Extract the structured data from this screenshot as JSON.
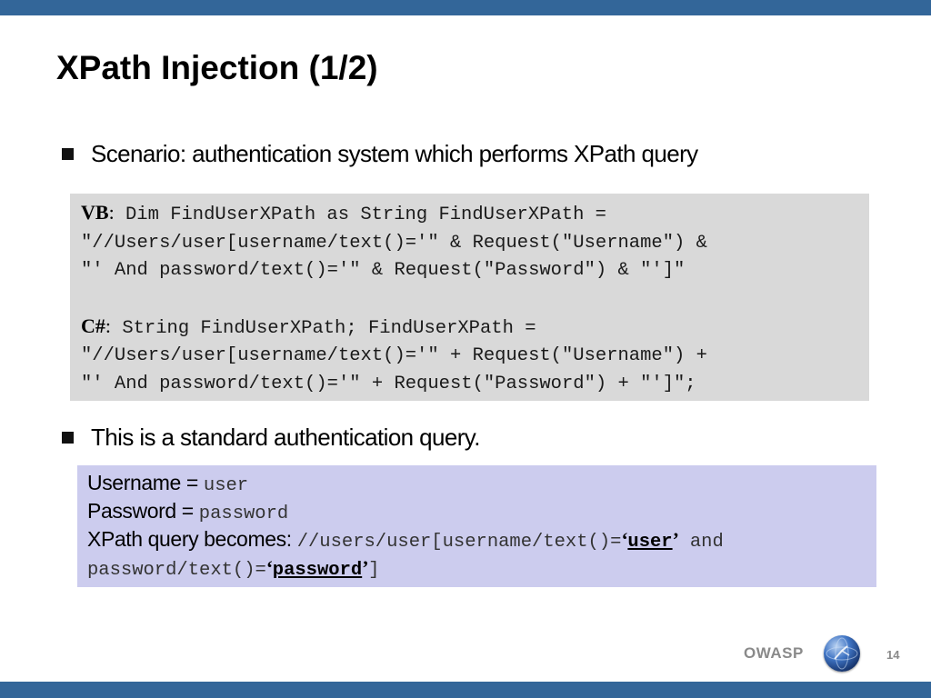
{
  "slide": {
    "title": "XPath Injection (1/2)",
    "page_number": "14"
  },
  "bullets": [
    {
      "text": "Scenario: authentication system which performs XPath query"
    },
    {
      "text": "This is a standard authentication query."
    }
  ],
  "code_block": {
    "vb": {
      "label": "VB",
      "separator": ":",
      "lines": [
        " Dim FindUserXPath as String FindUserXPath =",
        "\"//Users/user[username/text()='\" & Request(\"Username\") &",
        "\"' And password/text()='\" & Request(\"Password\") & \"']\""
      ]
    },
    "csharp": {
      "label": "C#",
      "separator": ":",
      "lines": [
        " String FindUserXPath; FindUserXPath =",
        "\"//Users/user[username/text()='\" + Request(\"Username\") +",
        "\"' And password/text()='\" + Request(\"Password\") + \"']\";"
      ]
    }
  },
  "result_box": {
    "username_label": "Username = ",
    "username_value": "user",
    "password_label": "Password = ",
    "password_value": "password",
    "query_label": "XPath query becomes: ",
    "query_part1": "//users/user[username/text()=",
    "open_quote": "‘",
    "user_value": "user",
    "close_quote": "’",
    "query_part2": " and",
    "query_part3": "password/text()=",
    "password_value_strong": "password",
    "query_end": "]"
  },
  "footer": {
    "logo_text": "OWASP"
  },
  "colors": {
    "bar": "#336699",
    "code_background": "#d9d9d9",
    "result_background": "#ccccee"
  }
}
